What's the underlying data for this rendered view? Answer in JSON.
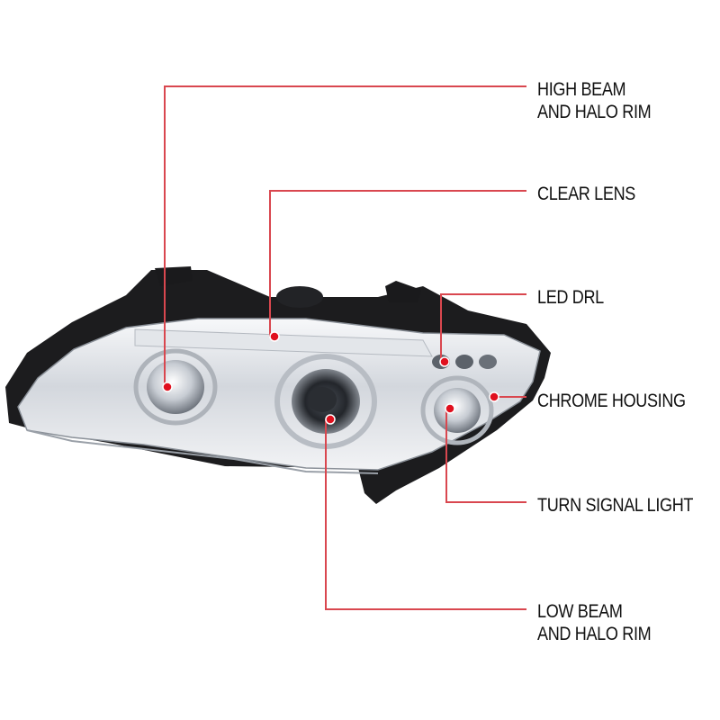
{
  "callouts": {
    "high_beam": {
      "line1": "HIGH BEAM",
      "line2": "AND HALO RIM"
    },
    "clear_lens": {
      "line1": "CLEAR LENS"
    },
    "led_drl": {
      "line1": "LED DRL"
    },
    "chrome_housing": {
      "line1": "CHROME HOUSING"
    },
    "turn_signal": {
      "line1": "TURN SIGNAL LIGHT"
    },
    "low_beam": {
      "line1": "LOW BEAM",
      "line2": "AND HALO RIM"
    }
  },
  "colors": {
    "leader_line": "#d9474f",
    "marker_dot": "#e0101e",
    "label_text": "#111111",
    "housing_dark": "#1c1c1e",
    "chrome_light": "#eef0f3",
    "chrome_mid": "#b9bec6"
  }
}
